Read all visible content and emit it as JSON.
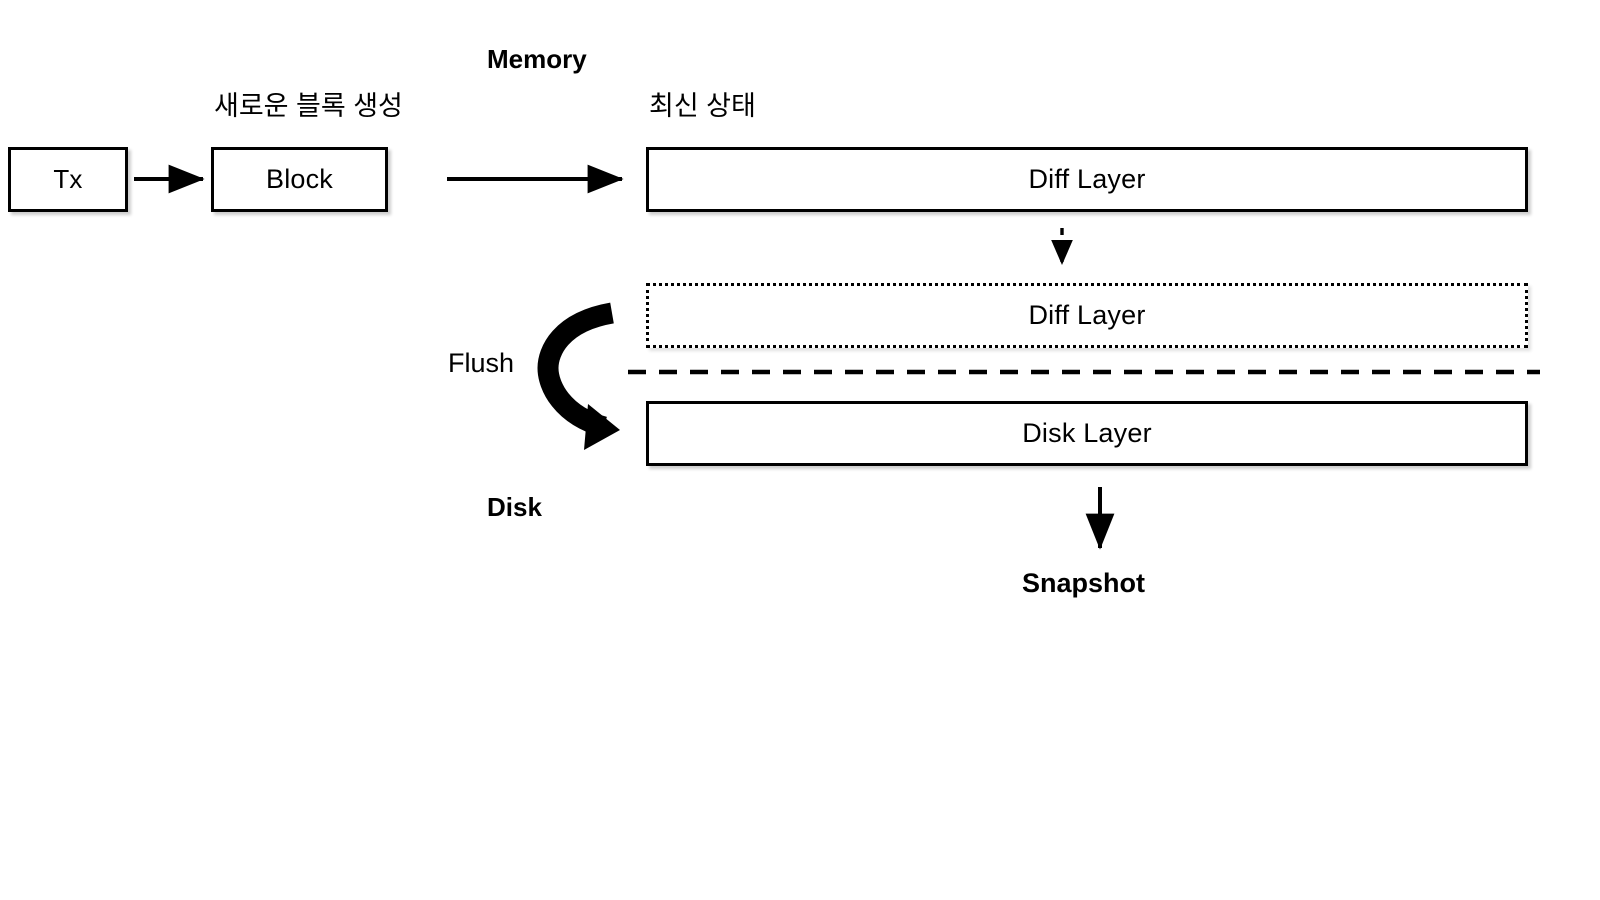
{
  "diagram": {
    "title": "Ethereum state snapshot flush diagram",
    "background_color": "#ffffff",
    "stroke_color": "#000000"
  },
  "section_labels": {
    "memory": "Memory",
    "disk": "Disk"
  },
  "annotations": {
    "new_block_created": "새로운 블록 생성",
    "latest_state": "최신 상태",
    "flush": "Flush",
    "snapshot": "Snapshot"
  },
  "nodes": {
    "tx": {
      "label": "Tx",
      "border": "solid"
    },
    "block": {
      "label": "Block",
      "border": "solid"
    },
    "diff_layer_memory": {
      "label": "Diff Layer",
      "border": "solid"
    },
    "diff_layer_pending": {
      "label": "Diff Layer",
      "border": "dotted"
    },
    "disk_layer": {
      "label": "Disk Layer",
      "border": "solid"
    }
  },
  "connectors": {
    "tx_to_block": {
      "name": "solid-arrow",
      "style": "solid"
    },
    "block_to_diff_layer": {
      "name": "solid-arrow",
      "style": "solid"
    },
    "diff_to_diff": {
      "name": "dashed-arrow",
      "style": "dashed"
    },
    "flush_curve": {
      "name": "curved-arrow",
      "style": "solid-thick"
    },
    "disk_to_snapshot": {
      "name": "solid-arrow",
      "style": "solid"
    },
    "memory_disk_divider": {
      "name": "dashed-divider",
      "style": "dashed"
    }
  }
}
